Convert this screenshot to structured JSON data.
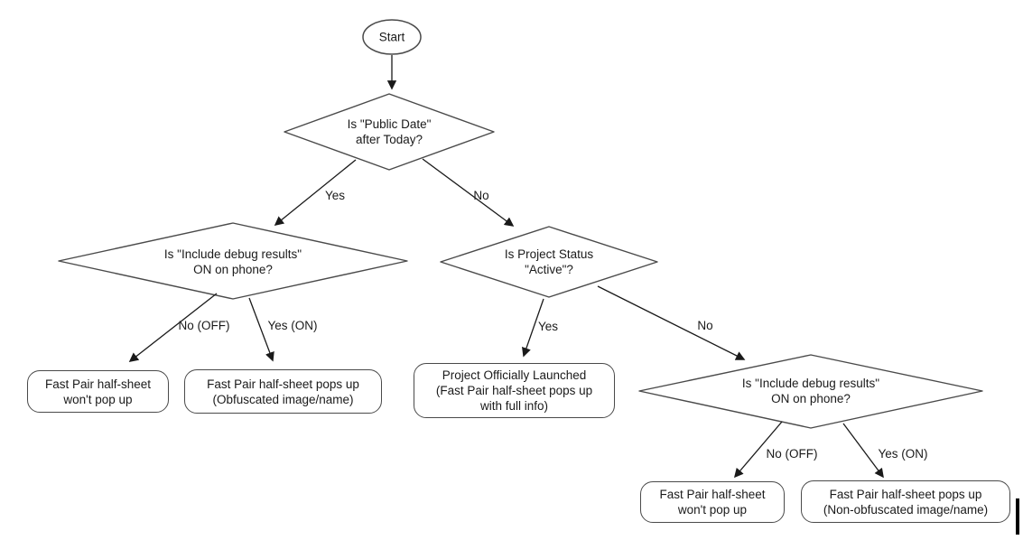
{
  "diagram": {
    "nodes": {
      "start": "Start",
      "d_public_date": "Is \"Public Date\"\nafter Today?",
      "d_debug_left": "Is \"Include debug results\"\nON on phone?",
      "d_project_status": "Is Project Status\n\"Active\"?",
      "d_debug_right": "Is \"Include debug results\"\nON on phone?",
      "r_no_popup_left": "Fast Pair half-sheet\nwon't pop up",
      "r_obfuscated": "Fast Pair half-sheet pops up\n(Obfuscated image/name)",
      "r_launched": "Project Officially Launched\n(Fast Pair half-sheet pops up\nwith full info)",
      "r_no_popup_right": "Fast Pair half-sheet\nwon't pop up",
      "r_non_obfuscated": "Fast Pair half-sheet pops up\n(Non-obfuscated image/name)"
    },
    "edge_labels": {
      "yes1": "Yes",
      "no1": "No",
      "no_off1": "No (OFF)",
      "yes_on1": "Yes (ON)",
      "yes2": "Yes",
      "no2": "No",
      "no_off2": "No (OFF)",
      "yes_on2": "Yes (ON)"
    },
    "colors": {
      "shape_stroke": "#4a4a4a",
      "arrow": "#1a1a1a",
      "text": "#1a1a1a",
      "background": "#ffffff"
    }
  }
}
